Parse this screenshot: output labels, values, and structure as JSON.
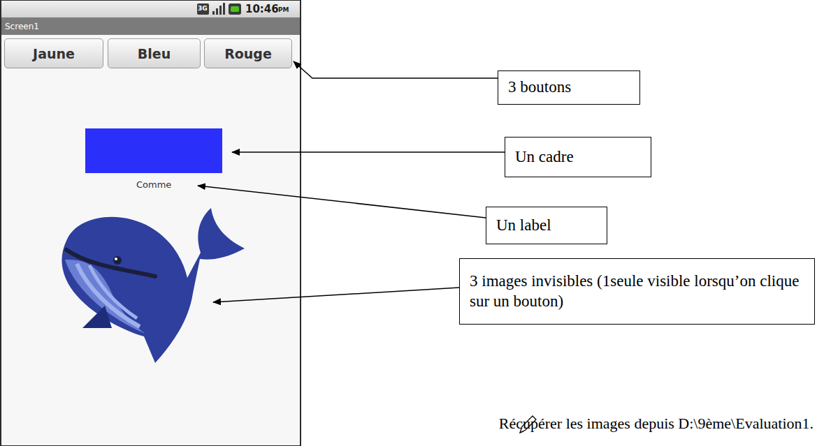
{
  "diagram": {
    "nodes": [
      {
        "text": [
          "Screen1"
        ]
      },
      {
        "text": [
          "Jaune"
        ]
      },
      {
        "text": [
          "Bleu"
        ]
      },
      {
        "text": [
          "Rouge"
        ]
      },
      {
        "text": [
          "3 boutons"
        ]
      },
      {
        "text": [
          "Un cadre"
        ]
      },
      {
        "text": [
          "Un label"
        ]
      },
      {
        "text": [
          "3 images invisibles (1seule visible lorsqu’on clique sur un bouton)"
        ]
      }
    ],
    "edges": [
      {
        "from": 4,
        "to": 3,
        "arrow": "to"
      }
    ],
    "labels": [
      "3G",
      "10:46",
      "PM",
      "Comme",
      "Récupérer les images depuis D:\\9ème\\Evaluation1."
    ]
  }
}
